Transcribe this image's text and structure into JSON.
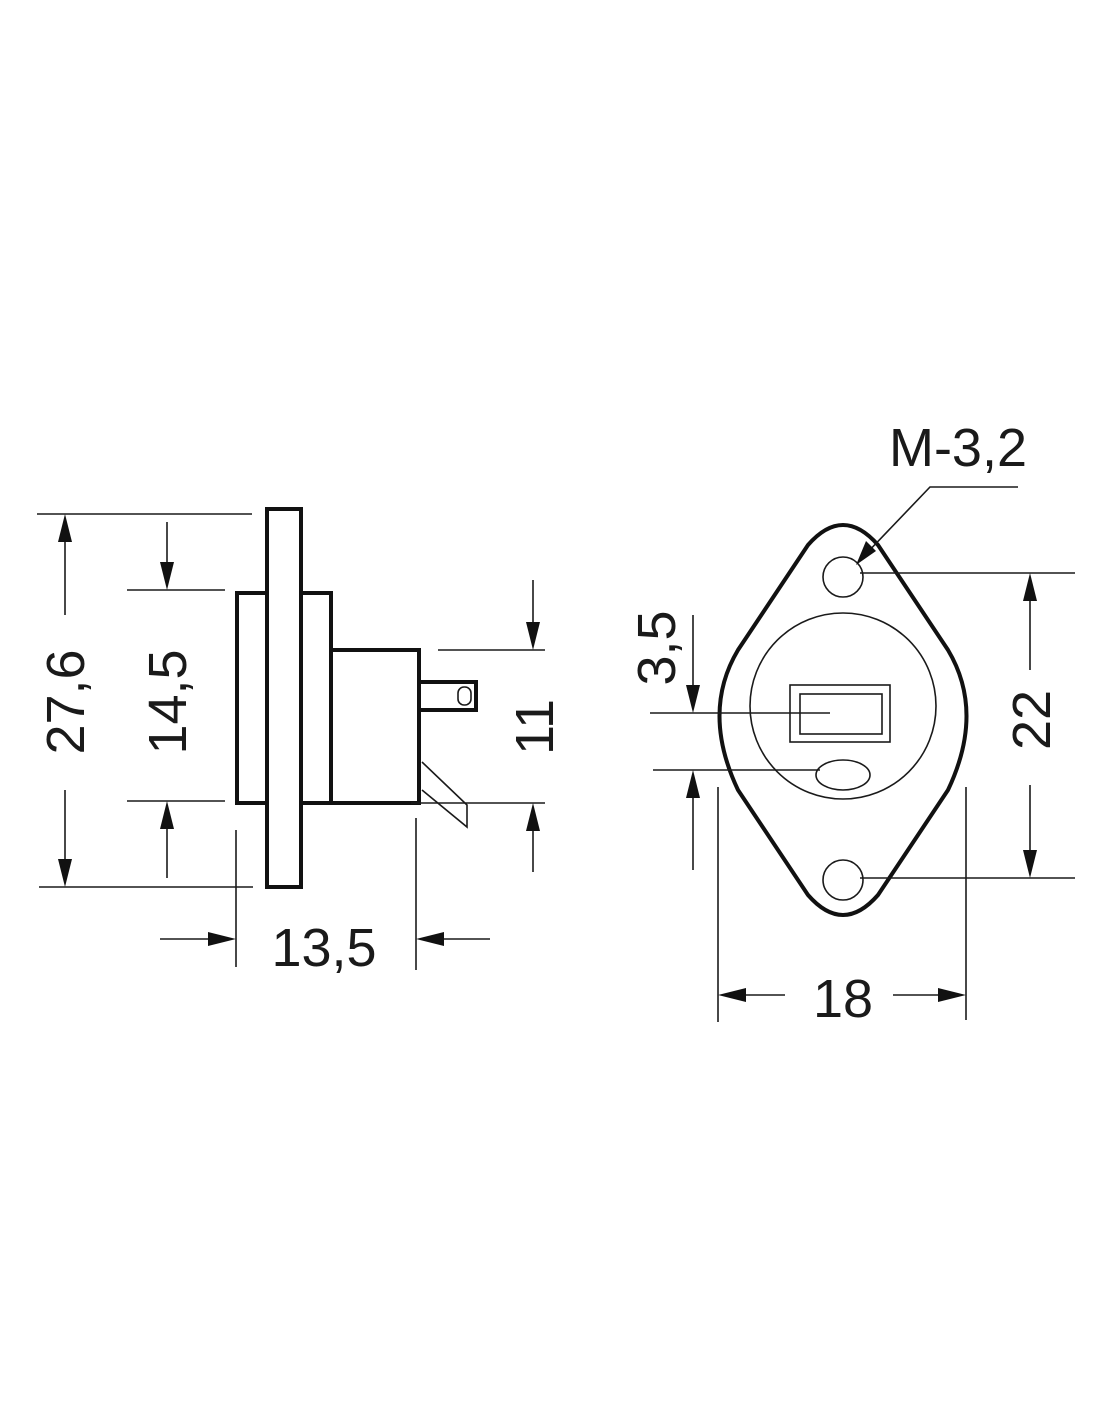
{
  "side_view": {
    "overall_height": "27,6",
    "body_height": "14,5",
    "terminal_height": "11",
    "depth": "13,5"
  },
  "front_view": {
    "hole_label": "M-3,2",
    "slot_offset": "3,5",
    "hole_spacing": "22",
    "width": "18"
  }
}
